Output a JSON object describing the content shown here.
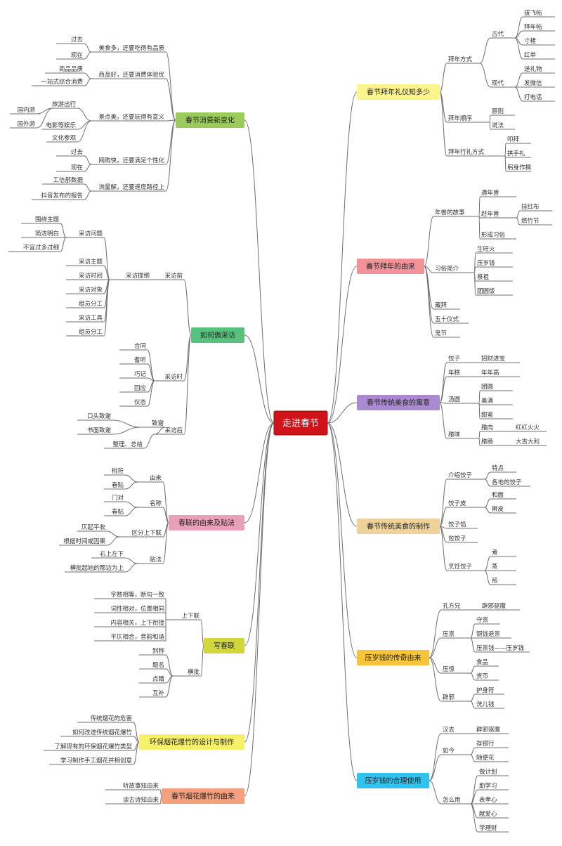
{
  "colors": {
    "root": "#d0121b",
    "line": "#6f6f6f",
    "yellow": "#fbf58c",
    "pink": "#f2939a",
    "purple": "#a98ad0",
    "tan": "#eed29a",
    "gold": "#f7c53a",
    "blue": "#2fc4f0",
    "green_light": "#9bcb5a",
    "green": "#56c27c",
    "pink_light": "#e8a1b8",
    "yellow_green": "#d3d83a",
    "yellow_bright": "#f7f06a",
    "orange": "#f4a07c"
  },
  "root": {
    "label": "走进春节"
  },
  "branches": [
    {
      "label": "春节拜年礼仪知多少",
      "color": "yellow",
      "children": [
        {
          "label": "拜年方式",
          "children": [
            {
              "label": "古代",
              "children": [
                {
                  "label": "拔飞帖"
                },
                {
                  "label": "拜年帖"
                },
                {
                  "label": "寸楮"
                },
                {
                  "label": "红单"
                }
              ]
            },
            {
              "label": "现代",
              "children": [
                {
                  "label": "送礼物"
                },
                {
                  "label": "发微信"
                },
                {
                  "label": "打电话"
                }
              ]
            }
          ]
        },
        {
          "label": "拜年顺序",
          "children": [
            {
              "label": "原则"
            },
            {
              "label": "说法"
            }
          ]
        },
        {
          "label": "拜年行礼方式",
          "children": [
            {
              "label": "叩拜"
            },
            {
              "label": "拱手礼"
            },
            {
              "label": "躬身作揖"
            }
          ]
        }
      ]
    },
    {
      "label": "春节拜年的由来",
      "color": "pink",
      "children": [
        {
          "label": "年兽的故事",
          "children": [
            {
              "label": "遇年兽"
            },
            {
              "label": "赶年兽",
              "children": [
                {
                  "label": "挂红布"
                },
                {
                  "label": "燃竹节"
                }
              ]
            },
            {
              "label": "形成习俗"
            }
          ]
        },
        {
          "label": "习俗简介",
          "children": [
            {
              "label": "生旺火"
            },
            {
              "label": "压岁钱"
            },
            {
              "label": "祭祖"
            },
            {
              "label": "团圆饭"
            }
          ]
        },
        {
          "label": "藏拜"
        },
        {
          "label": "五十仪式"
        },
        {
          "label": "鬼节"
        }
      ]
    },
    {
      "label": "春节传统美食的寓意",
      "color": "purple",
      "children": [
        {
          "label": "饺子",
          "children": [
            {
              "label": "招财进宝"
            }
          ]
        },
        {
          "label": "年糕",
          "children": [
            {
              "label": "年年高"
            }
          ]
        },
        {
          "label": "汤圆",
          "children": [
            {
              "label": "团圆"
            },
            {
              "label": "美满"
            },
            {
              "label": "甜蜜"
            }
          ]
        },
        {
          "label": "腊味",
          "children": [
            {
              "label": "腊肉",
              "children": [
                {
                  "label": "红红火火"
                }
              ]
            },
            {
              "label": "腊肠",
              "children": [
                {
                  "label": "大吉大利"
                }
              ]
            }
          ]
        }
      ]
    },
    {
      "label": "春节传统美食的制作",
      "color": "tan",
      "children": [
        {
          "label": "介绍饺子",
          "children": [
            {
              "label": "特点"
            },
            {
              "label": "各地的饺子"
            }
          ]
        },
        {
          "label": "饺子皮",
          "children": [
            {
              "label": "和面"
            },
            {
              "label": "擀皮"
            }
          ]
        },
        {
          "label": "饺子馅"
        },
        {
          "label": "包饺子"
        },
        {
          "label": "烹饪饺子",
          "children": [
            {
              "label": "煮"
            },
            {
              "label": "蒸"
            },
            {
              "label": "煎"
            }
          ]
        }
      ]
    },
    {
      "label": "压岁钱的传奇由来",
      "color": "gold",
      "children": [
        {
          "label": "孔方兄",
          "children": [
            {
              "label": "辟邪驱魔"
            }
          ]
        },
        {
          "label": "压祟",
          "children": [
            {
              "label": "守祟"
            },
            {
              "label": "铜钱退祟"
            },
            {
              "label": "压祟钱——压岁钱"
            }
          ]
        },
        {
          "label": "压惊",
          "children": [
            {
              "label": "食品"
            },
            {
              "label": "货币"
            }
          ]
        },
        {
          "label": "辟邪",
          "children": [
            {
              "label": "护身符"
            },
            {
              "label": "洗儿钱"
            }
          ]
        }
      ]
    },
    {
      "label": "压岁钱的合理使用",
      "color": "blue",
      "children": [
        {
          "label": "汉去",
          "children": [
            {
              "label": "辟邪驱魔"
            }
          ]
        },
        {
          "label": "如今",
          "children": [
            {
              "label": "存银行"
            },
            {
              "label": "随便花"
            }
          ]
        },
        {
          "label": "怎么用",
          "children": [
            {
              "label": "做计划"
            },
            {
              "label": "助学习"
            },
            {
              "label": "表孝心"
            },
            {
              "label": "献爱心"
            },
            {
              "label": "学理财"
            }
          ]
        }
      ]
    },
    {
      "label": "春节消费新变化",
      "color": "green_light",
      "children": [
        {
          "label": "美食多，还要吃得有品质",
          "children": [
            {
              "label": "过去"
            },
            {
              "label": "现在"
            }
          ]
        },
        {
          "label": "商品好，还要消费体验优",
          "children": [
            {
              "label": "商品品质"
            },
            {
              "label": "一站式综合消费"
            }
          ]
        },
        {
          "label": "景点美，还要玩得有意义",
          "children": [
            {
              "label": "旅游出行",
              "children": [
                {
                  "label": "国内游"
                },
                {
                  "label": "国外游"
                }
              ]
            },
            {
              "label": "电影等娱乐"
            },
            {
              "label": "文化参观"
            }
          ]
        },
        {
          "label": "网购快，还要满足个性化",
          "children": [
            {
              "label": "过去"
            },
            {
              "label": "现在"
            }
          ]
        },
        {
          "label": "流量解，还要速度路径上",
          "children": [
            {
              "label": "工信部数据"
            },
            {
              "label": "抖音发布的报告"
            }
          ]
        }
      ]
    },
    {
      "label": "如何做采访",
      "color": "green",
      "children": [
        {
          "label": "采访前",
          "children": [
            {
              "label": "采访提纲",
              "children": [
                {
                  "label": "采访问题",
                  "children": [
                    {
                      "label": "围绕主题"
                    },
                    {
                      "label": "简洁明白"
                    },
                    {
                      "label": "不宜过多过细"
                    }
                  ]
                },
                {
                  "label": "采访主题"
                },
                {
                  "label": "采访时间"
                },
                {
                  "label": "采访对象"
                },
                {
                  "label": "组员分工"
                },
                {
                  "label": "采访工具"
                },
                {
                  "label": "组员分工"
                }
              ]
            }
          ]
        },
        {
          "label": "采访时",
          "children": [
            {
              "label": "合同"
            },
            {
              "label": "耆听"
            },
            {
              "label": "巧记"
            },
            {
              "label": "回应"
            },
            {
              "label": "仪态"
            }
          ]
        },
        {
          "label": "采访后",
          "children": [
            {
              "label": "致谢",
              "children": [
                {
                  "label": "口头致谢"
                },
                {
                  "label": "书面致谢"
                }
              ]
            },
            {
              "label": "整理、总结"
            }
          ]
        }
      ]
    },
    {
      "label": "春联的由来及贴法",
      "color": "pink_light",
      "children": [
        {
          "label": "由来",
          "children": [
            {
              "label": "桃符"
            },
            {
              "label": "春贴"
            }
          ]
        },
        {
          "label": "名称",
          "children": [
            {
              "label": "门对"
            },
            {
              "label": "春贴"
            }
          ]
        },
        {
          "label": "区分上下联",
          "children": [
            {
              "label": "仄起平收"
            },
            {
              "label": "根据时间或因果"
            }
          ]
        },
        {
          "label": "贴法",
          "children": [
            {
              "label": "右上左下"
            },
            {
              "label": "横批起始的那边为上"
            }
          ]
        }
      ]
    },
    {
      "label": "写春联",
      "color": "yellow_green",
      "children": [
        {
          "label": "上下联",
          "children": [
            {
              "label": "字数相等，断句一致"
            },
            {
              "label": "词性相对，位置相同"
            },
            {
              "label": "内容相关，上下衔接"
            },
            {
              "label": "平仄相合，音韵和谐"
            }
          ]
        },
        {
          "label": "横批",
          "children": [
            {
              "label": "别称"
            },
            {
              "label": "题名"
            },
            {
              "label": "点睛"
            },
            {
              "label": "互补"
            }
          ]
        }
      ]
    },
    {
      "label": "环保烟花爆竹的设计与制作",
      "color": "yellow_bright",
      "children": [
        {
          "label": "传统烟花的危害"
        },
        {
          "label": "如何改进传统烟花爆竹"
        },
        {
          "label": "了解现有的环保烟花爆竹类型"
        },
        {
          "label": "学习制作手工烟花并相创意"
        }
      ]
    },
    {
      "label": "春节烟花爆竹的由来",
      "color": "orange",
      "children": [
        {
          "label": "听故事知由来"
        },
        {
          "label": "读古诗知由来"
        }
      ]
    }
  ]
}
